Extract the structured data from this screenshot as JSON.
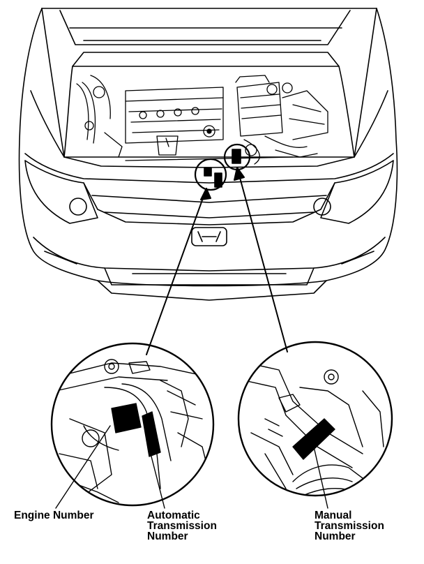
{
  "labels": {
    "engine_number": "Engine Number",
    "automatic_transmission": [
      "Automatic",
      "Transmission",
      "Number"
    ],
    "manual_transmission": [
      "Manual",
      "Transmission",
      "Number"
    ]
  },
  "colors": {
    "ink": "#000000",
    "paper": "#ffffff"
  }
}
